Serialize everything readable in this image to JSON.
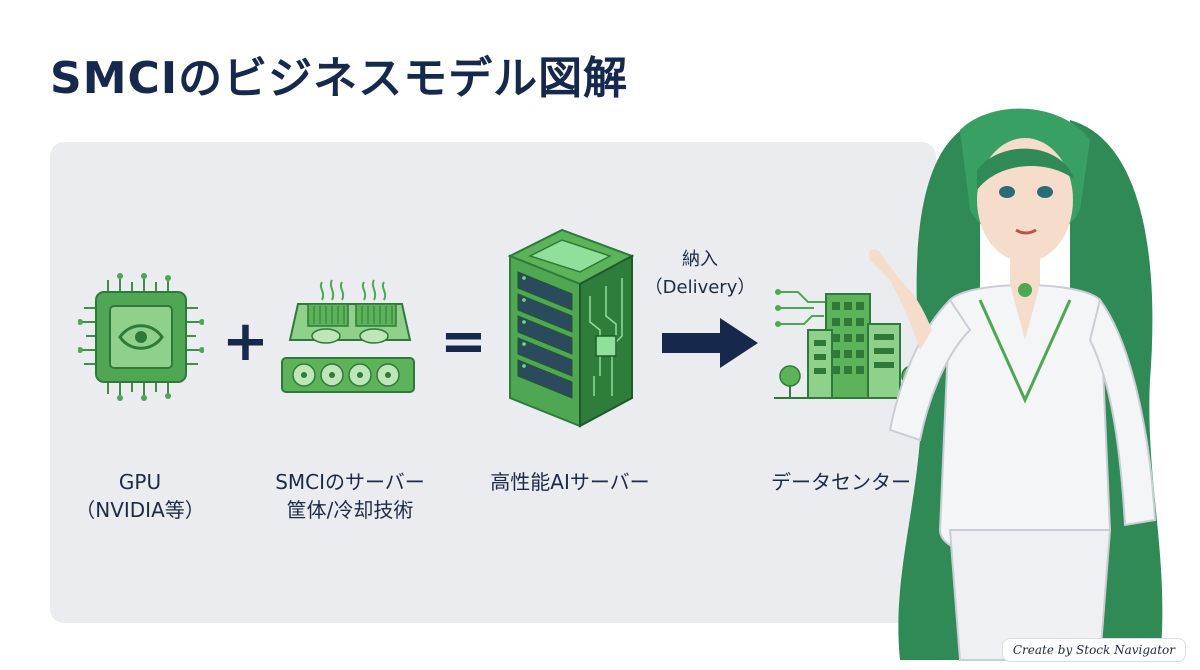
{
  "title": "SMCIのビジネスモデル図解",
  "items": {
    "gpu": {
      "line1": "GPU",
      "line2": "（NVIDIA等）"
    },
    "chassis": {
      "line1": "SMCIのサーバー",
      "line2": "筐体/冷却技術"
    },
    "ai_server": {
      "line1": "高性能AIサーバー"
    },
    "datacenter": {
      "line1": "データセンター"
    }
  },
  "operators": {
    "plus": "+",
    "equals": "="
  },
  "arrow": {
    "line1": "納入",
    "line2": "（Delivery）"
  },
  "credit": "Create by Stock Navigator",
  "colors": {
    "title": "#16294d",
    "panel": "#eaecf0",
    "icon_green": "#5db35a",
    "icon_dark_green": "#2f7a3a",
    "arrow": "#16294d"
  },
  "icons": [
    "gpu-chip-icon",
    "server-chassis-icon",
    "ai-server-tower-icon",
    "datacenter-building-icon",
    "arrow-right-icon"
  ]
}
